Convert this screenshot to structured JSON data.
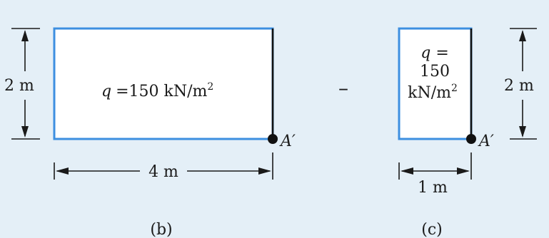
{
  "panel_b": {
    "load_symbol": "q",
    "load_value": "=150 kN/m",
    "load_exp": "2",
    "height_label": "2 m",
    "width_label": "4 m",
    "point_label": "A′",
    "caption": "(b)"
  },
  "operator": "–",
  "panel_c": {
    "load_line1_symbol": "q",
    "load_line1_eq": " =",
    "load_line2": "150",
    "load_line3": "kN/m",
    "load_exp": "2",
    "height_label": "2 m",
    "width_label": "1 m",
    "point_label": "A′",
    "caption": "(c)"
  },
  "colors": {
    "background": "#e4eff7",
    "rectangle_stroke": "#3d8fe0",
    "ink": "#1a1a1a"
  }
}
